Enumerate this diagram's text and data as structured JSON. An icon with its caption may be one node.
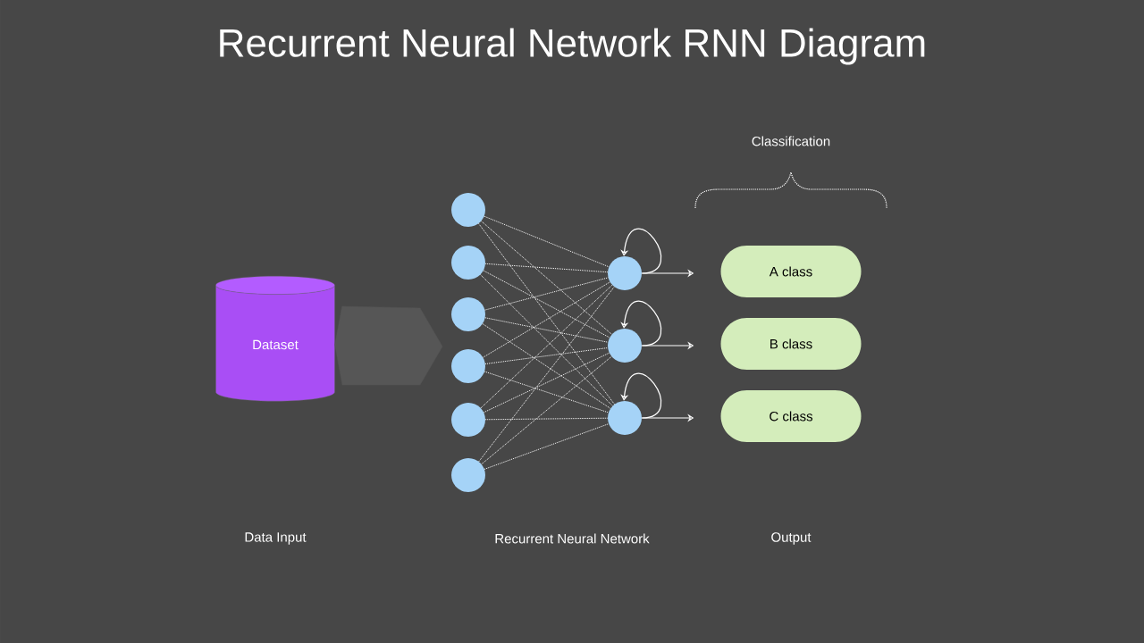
{
  "diagram": {
    "title": "Recurrent Neural Network RNN Diagram",
    "nodes": [
      {
        "text": [
          "Dataset"
        ]
      },
      {
        "text": [],
        "shape": "circle"
      },
      {
        "text": [],
        "shape": "circle"
      },
      {
        "text": [],
        "shape": "circle"
      },
      {
        "text": [],
        "shape": "circle"
      },
      {
        "text": [],
        "shape": "circle"
      },
      {
        "text": [],
        "shape": "circle"
      },
      {
        "text": [],
        "shape": "circle"
      },
      {
        "text": [],
        "shape": "circle"
      },
      {
        "text": [],
        "shape": "circle"
      },
      {
        "text": [
          "A class"
        ]
      },
      {
        "text": [
          "B class"
        ]
      },
      {
        "text": [
          "C class"
        ]
      }
    ],
    "edges": [
      {
        "from": 0,
        "to": null,
        "arrow": "to"
      },
      {
        "from": 1,
        "to": 7,
        "arrow": "none",
        "style": "dashed"
      },
      {
        "from": 1,
        "to": 8,
        "arrow": "none",
        "style": "dashed"
      },
      {
        "from": 1,
        "to": 9,
        "arrow": "none",
        "style": "dashed"
      },
      {
        "from": 2,
        "to": 7,
        "arrow": "none",
        "style": "dashed"
      },
      {
        "from": 2,
        "to": 8,
        "arrow": "none",
        "style": "dashed"
      },
      {
        "from": 2,
        "to": 9,
        "arrow": "none",
        "style": "dashed"
      },
      {
        "from": 3,
        "to": 7,
        "arrow": "none",
        "style": "dashed"
      },
      {
        "from": 3,
        "to": 8,
        "arrow": "none",
        "style": "dashed"
      },
      {
        "from": 3,
        "to": 9,
        "arrow": "none",
        "style": "dashed"
      },
      {
        "from": 4,
        "to": 7,
        "arrow": "none",
        "style": "dashed"
      },
      {
        "from": 4,
        "to": 8,
        "arrow": "none",
        "style": "dashed"
      },
      {
        "from": 4,
        "to": 9,
        "arrow": "none",
        "style": "dashed"
      },
      {
        "from": 5,
        "to": 7,
        "arrow": "none",
        "style": "dashed"
      },
      {
        "from": 5,
        "to": 8,
        "arrow": "none",
        "style": "dashed"
      },
      {
        "from": 5,
        "to": 9,
        "arrow": "none",
        "style": "dashed"
      },
      {
        "from": 6,
        "to": 7,
        "arrow": "none",
        "style": "dashed"
      },
      {
        "from": 6,
        "to": 8,
        "arrow": "none",
        "style": "dashed"
      },
      {
        "from": 6,
        "to": 9,
        "arrow": "none",
        "style": "dashed"
      },
      {
        "from": 7,
        "to": 7,
        "arrow": "to"
      },
      {
        "from": 8,
        "to": 8,
        "arrow": "to"
      },
      {
        "from": 9,
        "to": 9,
        "arrow": "to"
      },
      {
        "from": 7,
        "to": 10,
        "arrow": "to"
      },
      {
        "from": 8,
        "to": 11,
        "arrow": "to"
      },
      {
        "from": 9,
        "to": 12,
        "arrow": "to"
      }
    ],
    "labels": [
      "Classification",
      "Data Input",
      "Recurrent Neural Network",
      "Output"
    ]
  }
}
